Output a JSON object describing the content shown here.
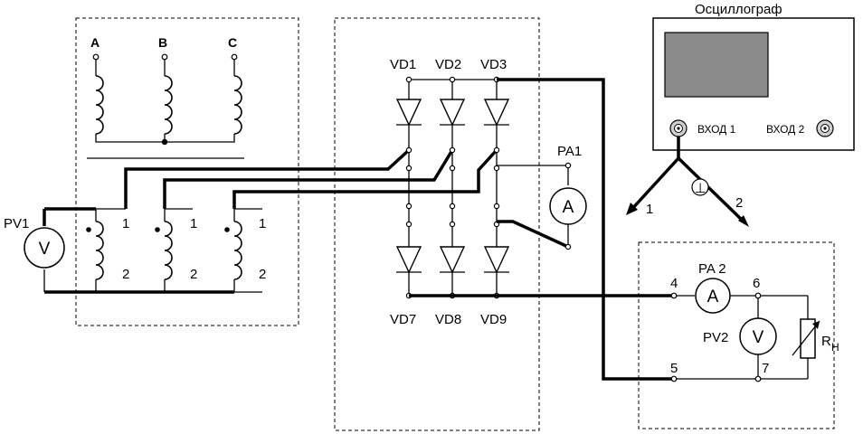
{
  "transformer": {
    "phases": [
      "A",
      "B",
      "C"
    ],
    "winding_start": "1",
    "winding_end": "2"
  },
  "meters": {
    "pv1": {
      "name": "PV1",
      "symbol": "V"
    },
    "pa1": {
      "name": "PA1",
      "symbol": "A"
    },
    "pa2": {
      "name": "PA 2",
      "symbol": "A"
    },
    "pv2": {
      "name": "PV2",
      "symbol": "V"
    }
  },
  "diodes": {
    "top": [
      "VD1",
      "VD2",
      "VD3"
    ],
    "bottom": [
      "VD7",
      "VD8",
      "VD9"
    ]
  },
  "oscilloscope": {
    "title": "Осциллограф",
    "input1": "ВХОД 1",
    "input2": "ВХОД 2",
    "ground_symbol": "⊥",
    "probe1": "1",
    "probe2": "2"
  },
  "load": {
    "terminals": [
      "4",
      "5",
      "6",
      "7"
    ],
    "resistor_label": "R",
    "resistor_sub": "Н"
  }
}
